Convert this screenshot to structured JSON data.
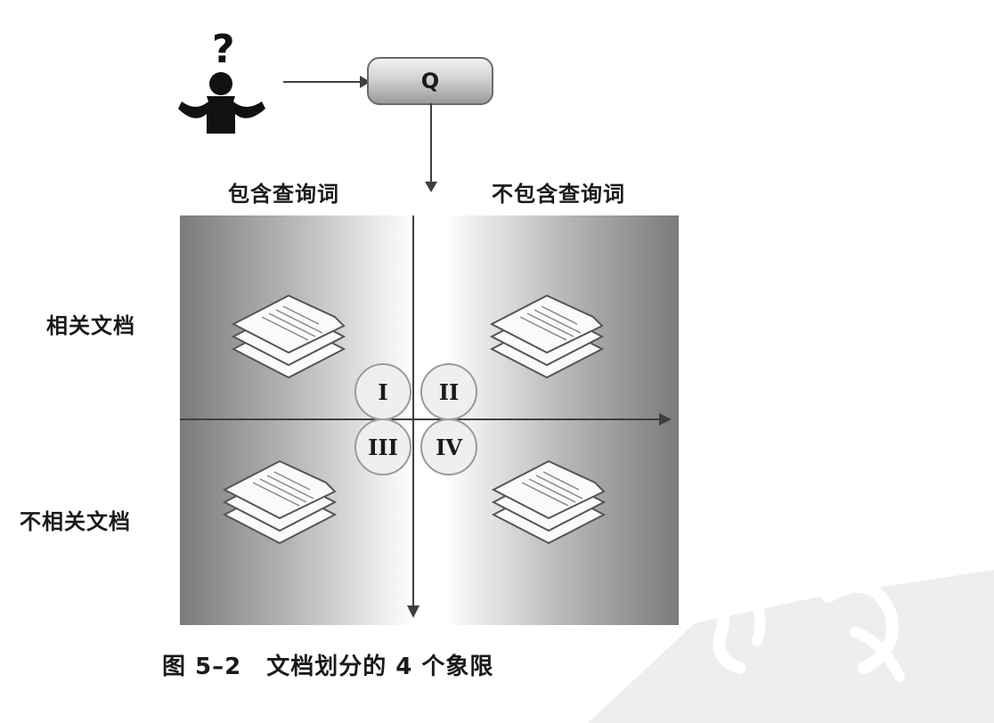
{
  "query": {
    "label": "Q"
  },
  "columns": {
    "left": "包含查询词",
    "right": "不包含查询词"
  },
  "rows": {
    "top": "相关文档",
    "bottom": "不相关文档"
  },
  "quadrants": [
    "I",
    "II",
    "III",
    "IV"
  ],
  "caption": {
    "figure": "图 5–2",
    "text": "文档划分的 4 个象限"
  },
  "colors": {
    "arrow": "#3f3f3f",
    "panel_edge": "#7b7b7b",
    "circle_fill": "#eeeeee"
  },
  "icons": {
    "user": "confused-person-icon",
    "document": "document-stack-icon",
    "watermark": "calligraphy-stamp-icon"
  }
}
